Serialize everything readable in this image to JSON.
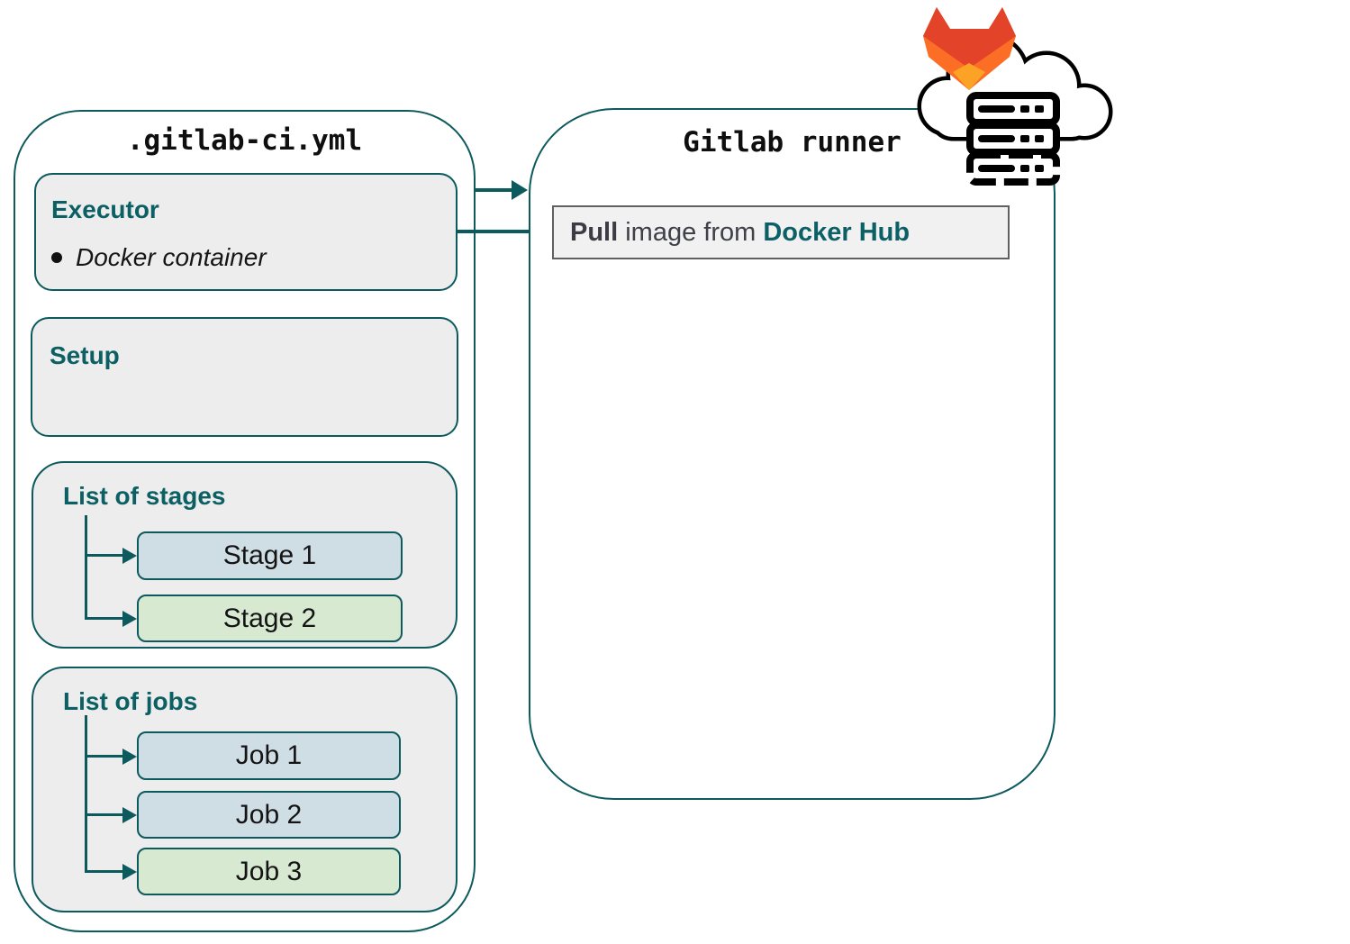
{
  "yml": {
    "title": ".gitlab-ci.yml",
    "executor": {
      "heading": "Executor",
      "bullet": "Docker container"
    },
    "setup": {
      "heading": "Setup"
    },
    "stages": {
      "heading": "List of stages",
      "items": [
        {
          "label": "Stage 1",
          "variant": "blue"
        },
        {
          "label": "Stage 2",
          "variant": "green"
        }
      ]
    },
    "jobs": {
      "heading": "List of jobs",
      "items": [
        {
          "label": "Job 1",
          "variant": "blue"
        },
        {
          "label": "Job 2",
          "variant": "blue"
        },
        {
          "label": "Job 3",
          "variant": "green"
        }
      ]
    }
  },
  "runner": {
    "title": "Gitlab runner",
    "pull_step": {
      "action": "Pull",
      "connector": " image from ",
      "source": "Docker Hub"
    }
  },
  "icons": {
    "gitlab_logo": "gitlab-tanuki-icon",
    "cloud": "cloud-icon",
    "server": "server-stack-icon",
    "bullet": "bullet-icon"
  },
  "colors": {
    "teal": "#0d5a5e",
    "heading_teal": "#0c6063",
    "panel_fill": "#ededed",
    "item_blue": "#cfdde4",
    "item_green": "#d8e9d2",
    "pull_fill": "#f1f1f1",
    "pull_border": "#606060",
    "pull_text": "#3f4048",
    "logo_red": "#e24329",
    "logo_orange": "#fc6d26",
    "logo_yellow": "#fca326",
    "icon_black": "#000000"
  }
}
